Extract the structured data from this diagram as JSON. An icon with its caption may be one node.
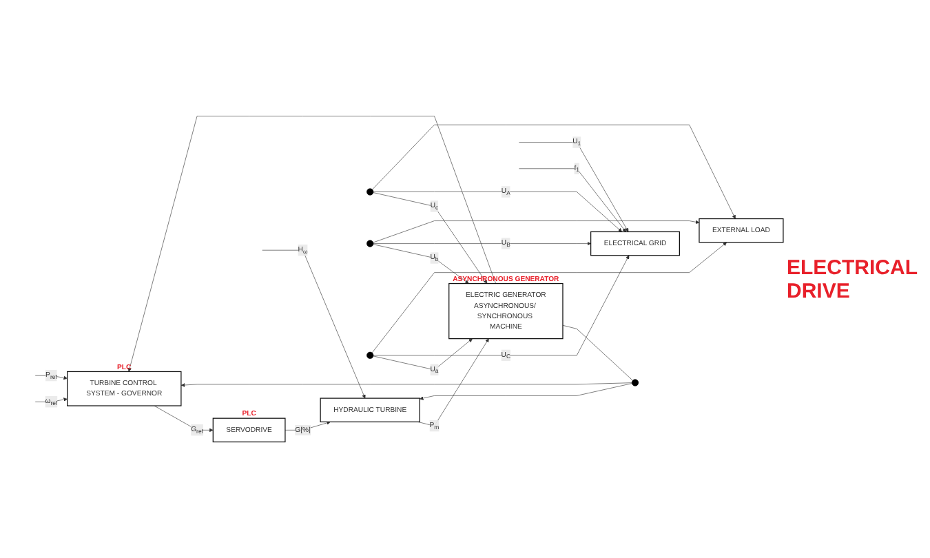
{
  "diagram": {
    "nodes": [
      {
        "text": [
          "TURBINE CONTROL SYSTEM - GOVERNOR"
        ],
        "beside": [
          "PLC"
        ]
      },
      {
        "text": [
          "SERVODRIVE"
        ],
        "beside": [
          "PLC"
        ]
      },
      {
        "text": [
          "HYDRAULIC TURBINE"
        ]
      },
      {
        "text": [
          "ELECTRIC GENERATOR",
          "ASYNCHRONOUS/ SYNCHRONOUS MACHINE"
        ],
        "beside": [
          "ASYNCHRONOUS GENERATOR"
        ]
      },
      {
        "text": [
          "ELECTRICAL GRID"
        ]
      },
      {
        "text": [
          "EXTERNAL LOAD"
        ]
      },
      {
        "text": [],
        "shape": "circle"
      },
      {
        "text": [],
        "shape": "circle"
      },
      {
        "text": [],
        "shape": "circle"
      },
      {
        "text": [],
        "shape": "circle"
      }
    ],
    "edges": [
      {
        "from": null,
        "to": 0,
        "arrow": "to",
        "label": "ω$_{ref}$"
      },
      {
        "from": null,
        "to": 0,
        "arrow": "to",
        "label": "P$_{ref}$"
      },
      {
        "from": 0,
        "to": 1,
        "arrow": "to",
        "label": "G$_{ref}$"
      },
      {
        "from": 1,
        "to": 2,
        "arrow": "to",
        "label": "G[%]"
      },
      {
        "from": null,
        "to": 2,
        "arrow": "to",
        "label": "H$_{ω}$"
      },
      {
        "from": 2,
        "to": 3,
        "arrow": "to",
        "label": "P$_{m}$"
      },
      {
        "from": 3,
        "to": 9,
        "arrow": "none"
      },
      {
        "from": 9,
        "to": 0,
        "arrow": "to"
      },
      {
        "from": 9,
        "to": 2,
        "arrow": "to"
      },
      {
        "from": 3,
        "to": 0,
        "arrow": "to"
      },
      {
        "from": null,
        "to": 4,
        "arrow": "to",
        "label": "U$_{1}$"
      },
      {
        "from": null,
        "to": 4,
        "arrow": "to",
        "label": "f$_{1}$"
      },
      {
        "from": 6,
        "to": 3,
        "arrow": "to",
        "label": "U$_{c}$"
      },
      {
        "from": 6,
        "to": 4,
        "arrow": "to",
        "label": "U$_{A}$"
      },
      {
        "from": 6,
        "to": 5,
        "arrow": "to"
      },
      {
        "from": 7,
        "to": 3,
        "arrow": "to",
        "label": "U$_{b}$"
      },
      {
        "from": 7,
        "to": 4,
        "arrow": "to",
        "label": "U$_{B}$"
      },
      {
        "from": 7,
        "to": 5,
        "arrow": "to"
      },
      {
        "from": 8,
        "to": 3,
        "arrow": "to",
        "label": "U$_{a}$"
      },
      {
        "from": 8,
        "to": 4,
        "arrow": "to",
        "label": "U$_{C}$"
      },
      {
        "from": 8,
        "to": 5,
        "arrow": "to"
      }
    ],
    "labels": [
      "ELECTRICAL DRIVE"
    ]
  }
}
